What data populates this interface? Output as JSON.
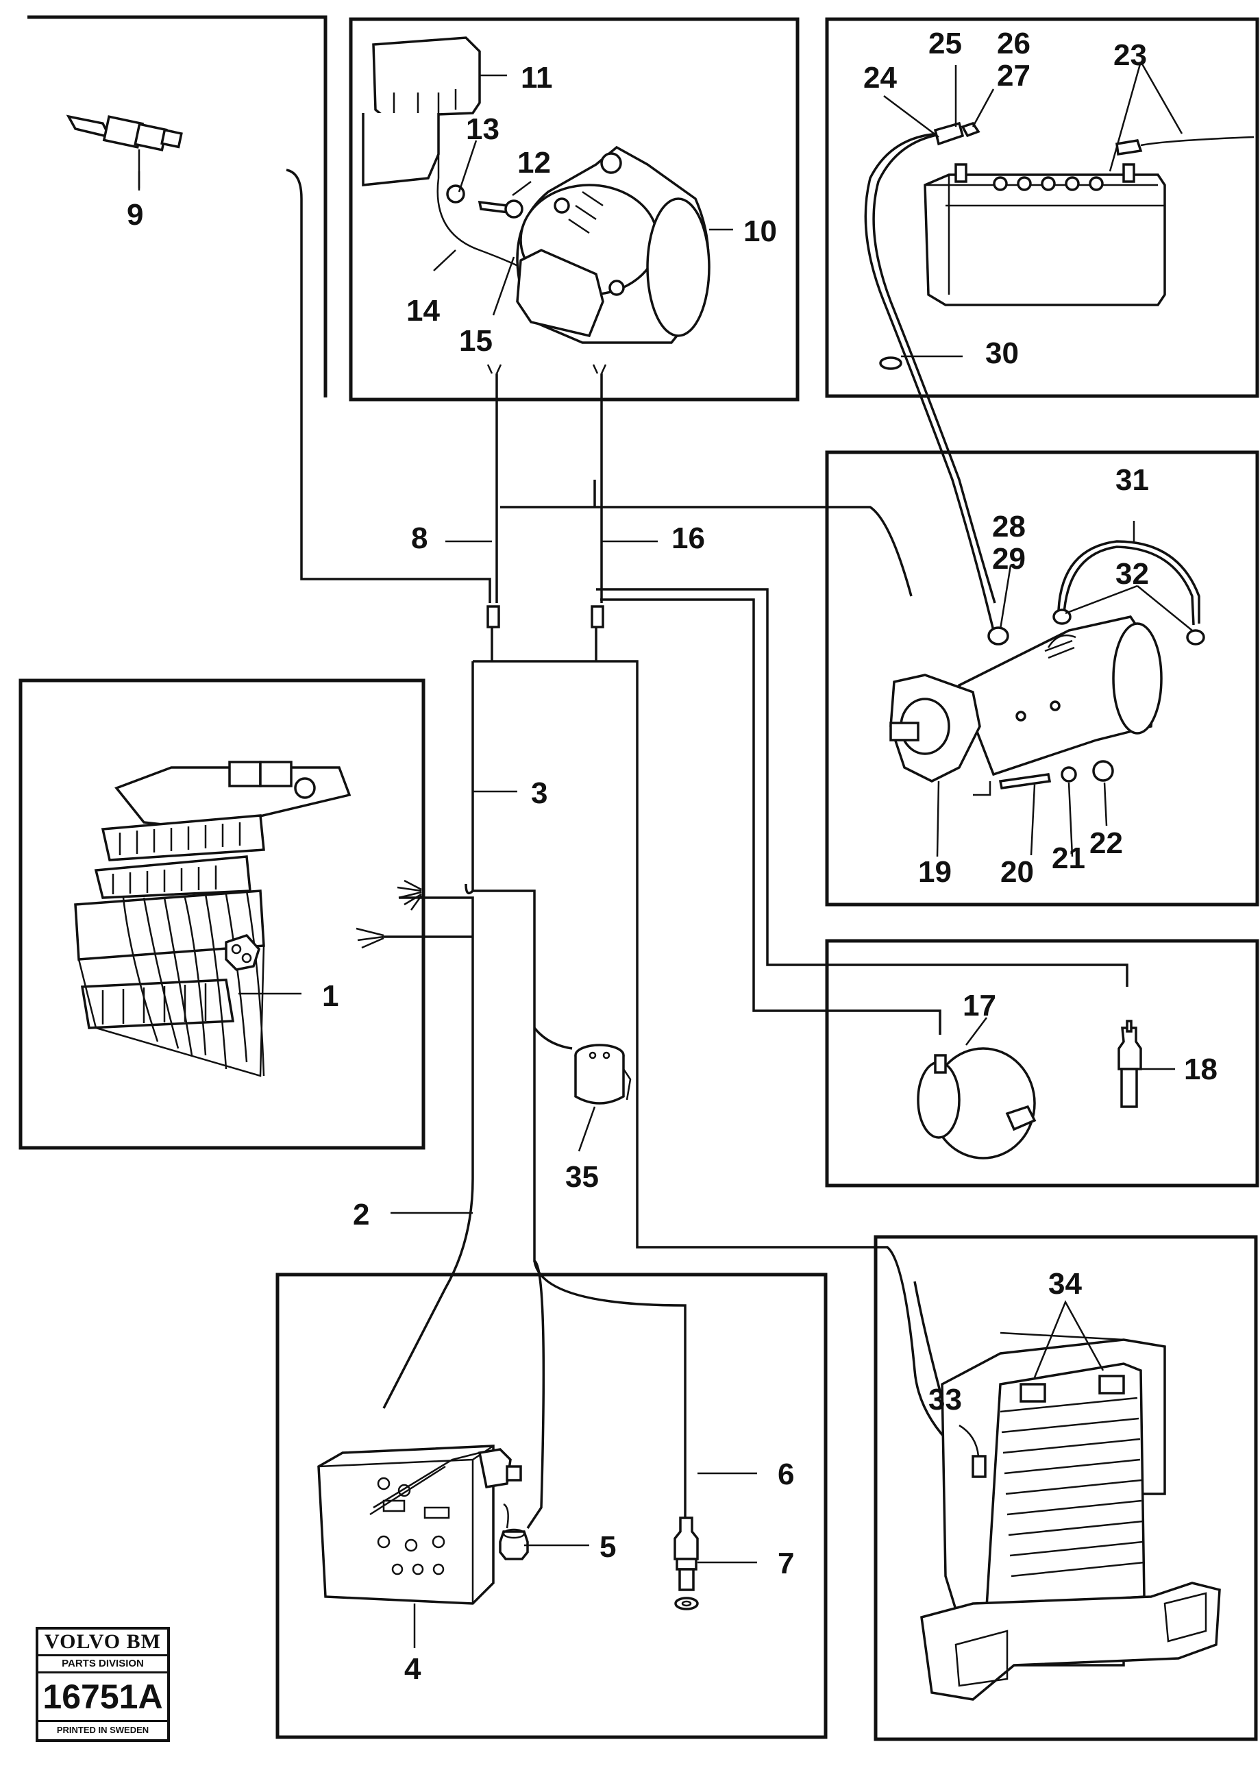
{
  "callouts": {
    "c1": "1",
    "c2": "2",
    "c3": "3",
    "c4": "4",
    "c5": "5",
    "c6": "6",
    "c7": "7",
    "c8": "8",
    "c9": "9",
    "c10": "10",
    "c11": "11",
    "c12": "12",
    "c13": "13",
    "c14": "14",
    "c15": "15",
    "c16": "16",
    "c17": "17",
    "c18": "18",
    "c19": "19",
    "c20": "20",
    "c21": "21",
    "c22": "22",
    "c23": "23",
    "c24": "24",
    "c25": "25",
    "c26": "26",
    "c27": "27",
    "c28": "28",
    "c29": "29",
    "c30": "30",
    "c31": "31",
    "c32": "32",
    "c33": "33",
    "c34": "34",
    "c35": "35"
  },
  "logo": {
    "brand": "VOLVO BM",
    "division": "PARTS DIVISION",
    "code": "16751A",
    "printed": "PRINTED IN SWEDEN"
  }
}
